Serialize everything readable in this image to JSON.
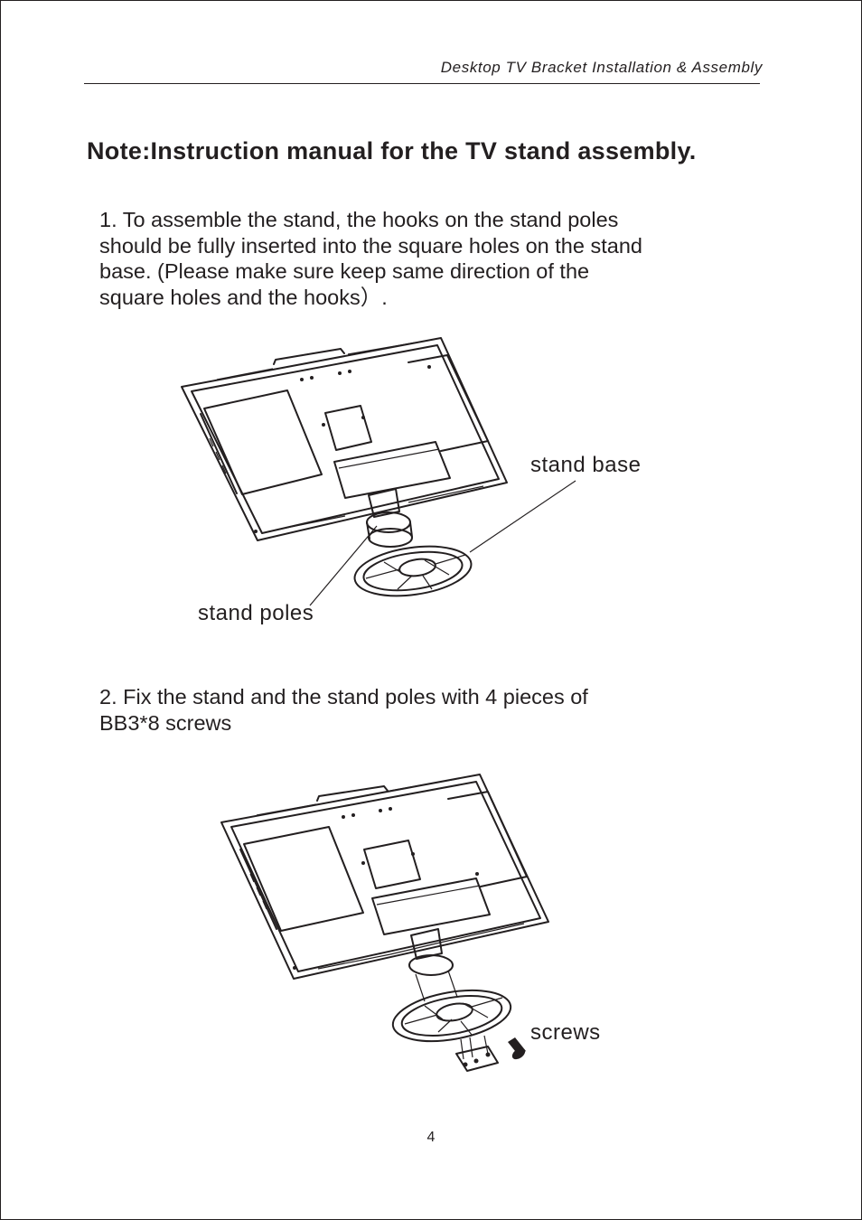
{
  "header": {
    "title": "Desktop TV Bracket Installation & Assembly"
  },
  "note_title": "Note:Instruction manual for the TV stand assembly.",
  "step1": {
    "lines": [
      "1.   To assemble the stand, the hooks on the stand poles",
      "should be fully inserted into the square holes on the stand",
      "base. (Please  make  sure  keep  same  direction  of  the",
      "square  holes  and  the  hooks）."
    ],
    "labels": {
      "stand_base": "stand  base",
      "stand_poles": "stand poles"
    }
  },
  "step2": {
    "lines": [
      "2. Fix the stand and the stand  poles  with 4 pieces  of",
      "BB3*8 screws"
    ],
    "labels": {
      "screws": "screws"
    }
  },
  "page_number": "4"
}
